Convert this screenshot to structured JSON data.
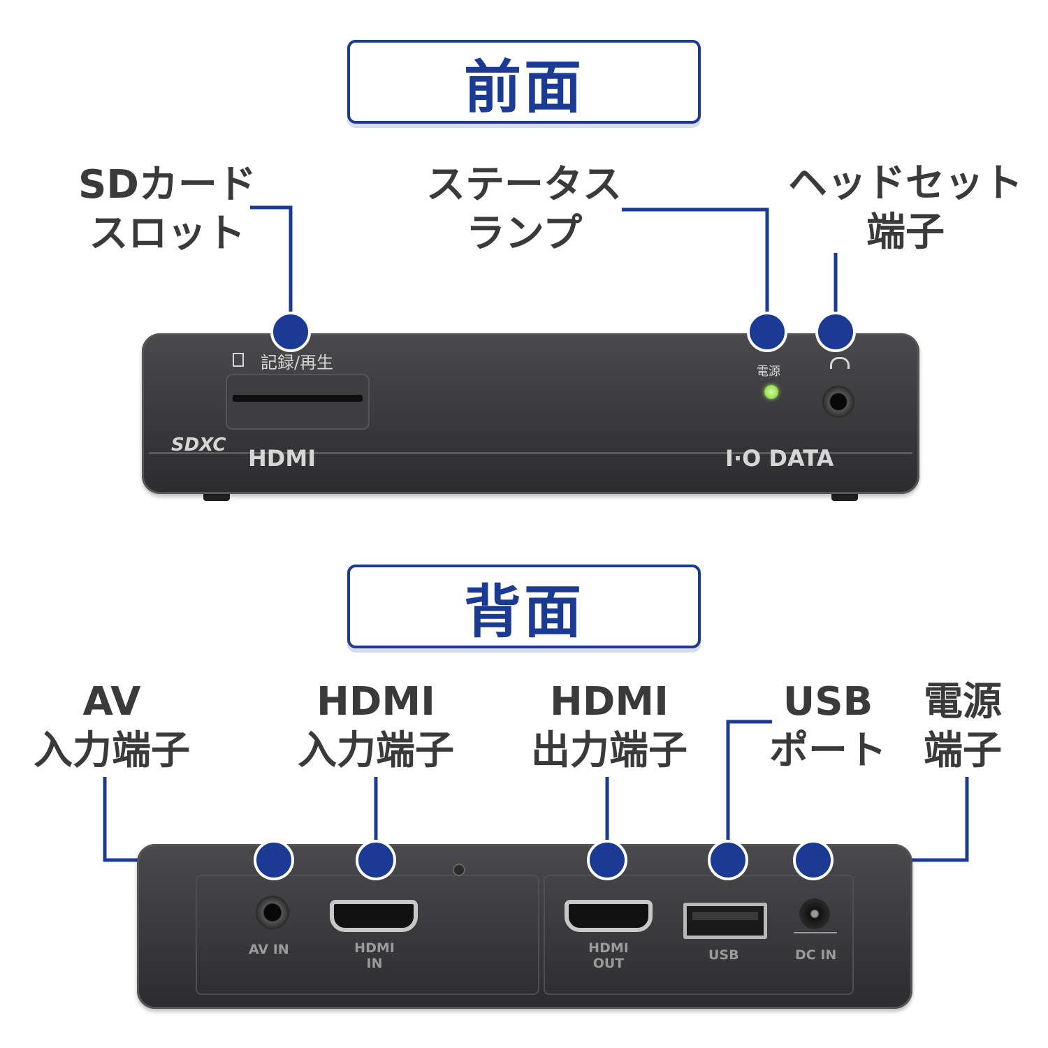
{
  "front": {
    "title": "前面",
    "labels": {
      "sd_slot": [
        "SDカード",
        "スロット"
      ],
      "status_lamp": [
        "ステータス",
        "ランプ"
      ],
      "headset": [
        "ヘッドセット",
        "端子"
      ]
    },
    "device": {
      "slot_caption": "記録/再生",
      "power_caption": "電源",
      "sdxc_logo": "SDXC",
      "hdmi_logo": "HDMI",
      "brand_logo": "I·O DATA"
    }
  },
  "back": {
    "title": "背面",
    "labels": {
      "av_in": [
        "AV",
        "入力端子"
      ],
      "hdmi_in": [
        "HDMI",
        "入力端子"
      ],
      "hdmi_out": [
        "HDMI",
        "出力端子"
      ],
      "usb": [
        "USB",
        "ポート"
      ],
      "power": [
        "電源",
        "端子"
      ]
    },
    "device": {
      "av_in": "AV IN",
      "hdmi_in": [
        "HDMI",
        "IN"
      ],
      "hdmi_out": [
        "HDMI",
        "OUT"
      ],
      "usb": "USB",
      "dc_in": "DC IN"
    }
  },
  "colors": {
    "accent": "#1a3a93",
    "text": "#3a3a3a",
    "device": "#3a3a3c",
    "led": "#9be05a"
  }
}
